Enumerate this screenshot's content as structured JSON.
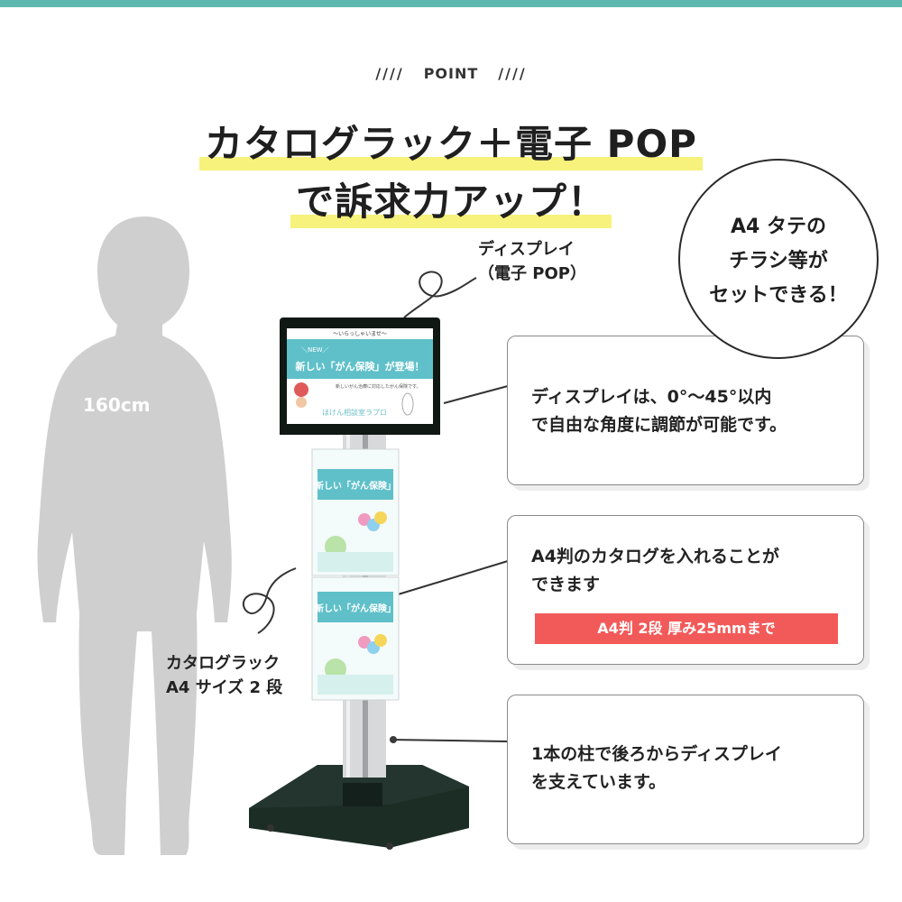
{
  "point": {
    "left": "////",
    "label": "POINT",
    "right": "////"
  },
  "title": {
    "line1": "カタログラック＋電子 POP",
    "line2": "で訴求力アップ！"
  },
  "badge": {
    "line1": "A4 タテの",
    "line2": "チラシ等が",
    "line3": "セットできる！"
  },
  "labels": {
    "display_line1": "ディスプレイ",
    "display_line2": "（電子 POP）",
    "rack_line1": "カタログラック",
    "rack_line2": "A4 サイズ 2 段",
    "height": "160cm"
  },
  "features": {
    "f1_line1": "ディスプレイは、0°〜45°以内",
    "f1_line2": "で自由な角度に調節が可能です。",
    "f2_line1": "A4判のカタログを入れることが",
    "f2_line2": "できます",
    "f2_note": "A4判 2段 厚み25mmまで",
    "f3_line1": "1本の柱で後ろからディスプレイ",
    "f3_line2": "を支えています。"
  },
  "screen": {
    "greeting": "〜いらっしゃいませ〜",
    "new": "＼NEW／",
    "headline": "新しい「がん保険」が登場！",
    "body": "新しいがん治療に対応したがん保険です。",
    "brand": "ほけん相談室ラプロ"
  },
  "catalog": {
    "headline": "新しい「がん保険」"
  },
  "colors": {
    "accent": "#5db8b0",
    "highlight": "#f7f27b",
    "note": "#f25a59",
    "silhouette": "#cfcfcf"
  }
}
